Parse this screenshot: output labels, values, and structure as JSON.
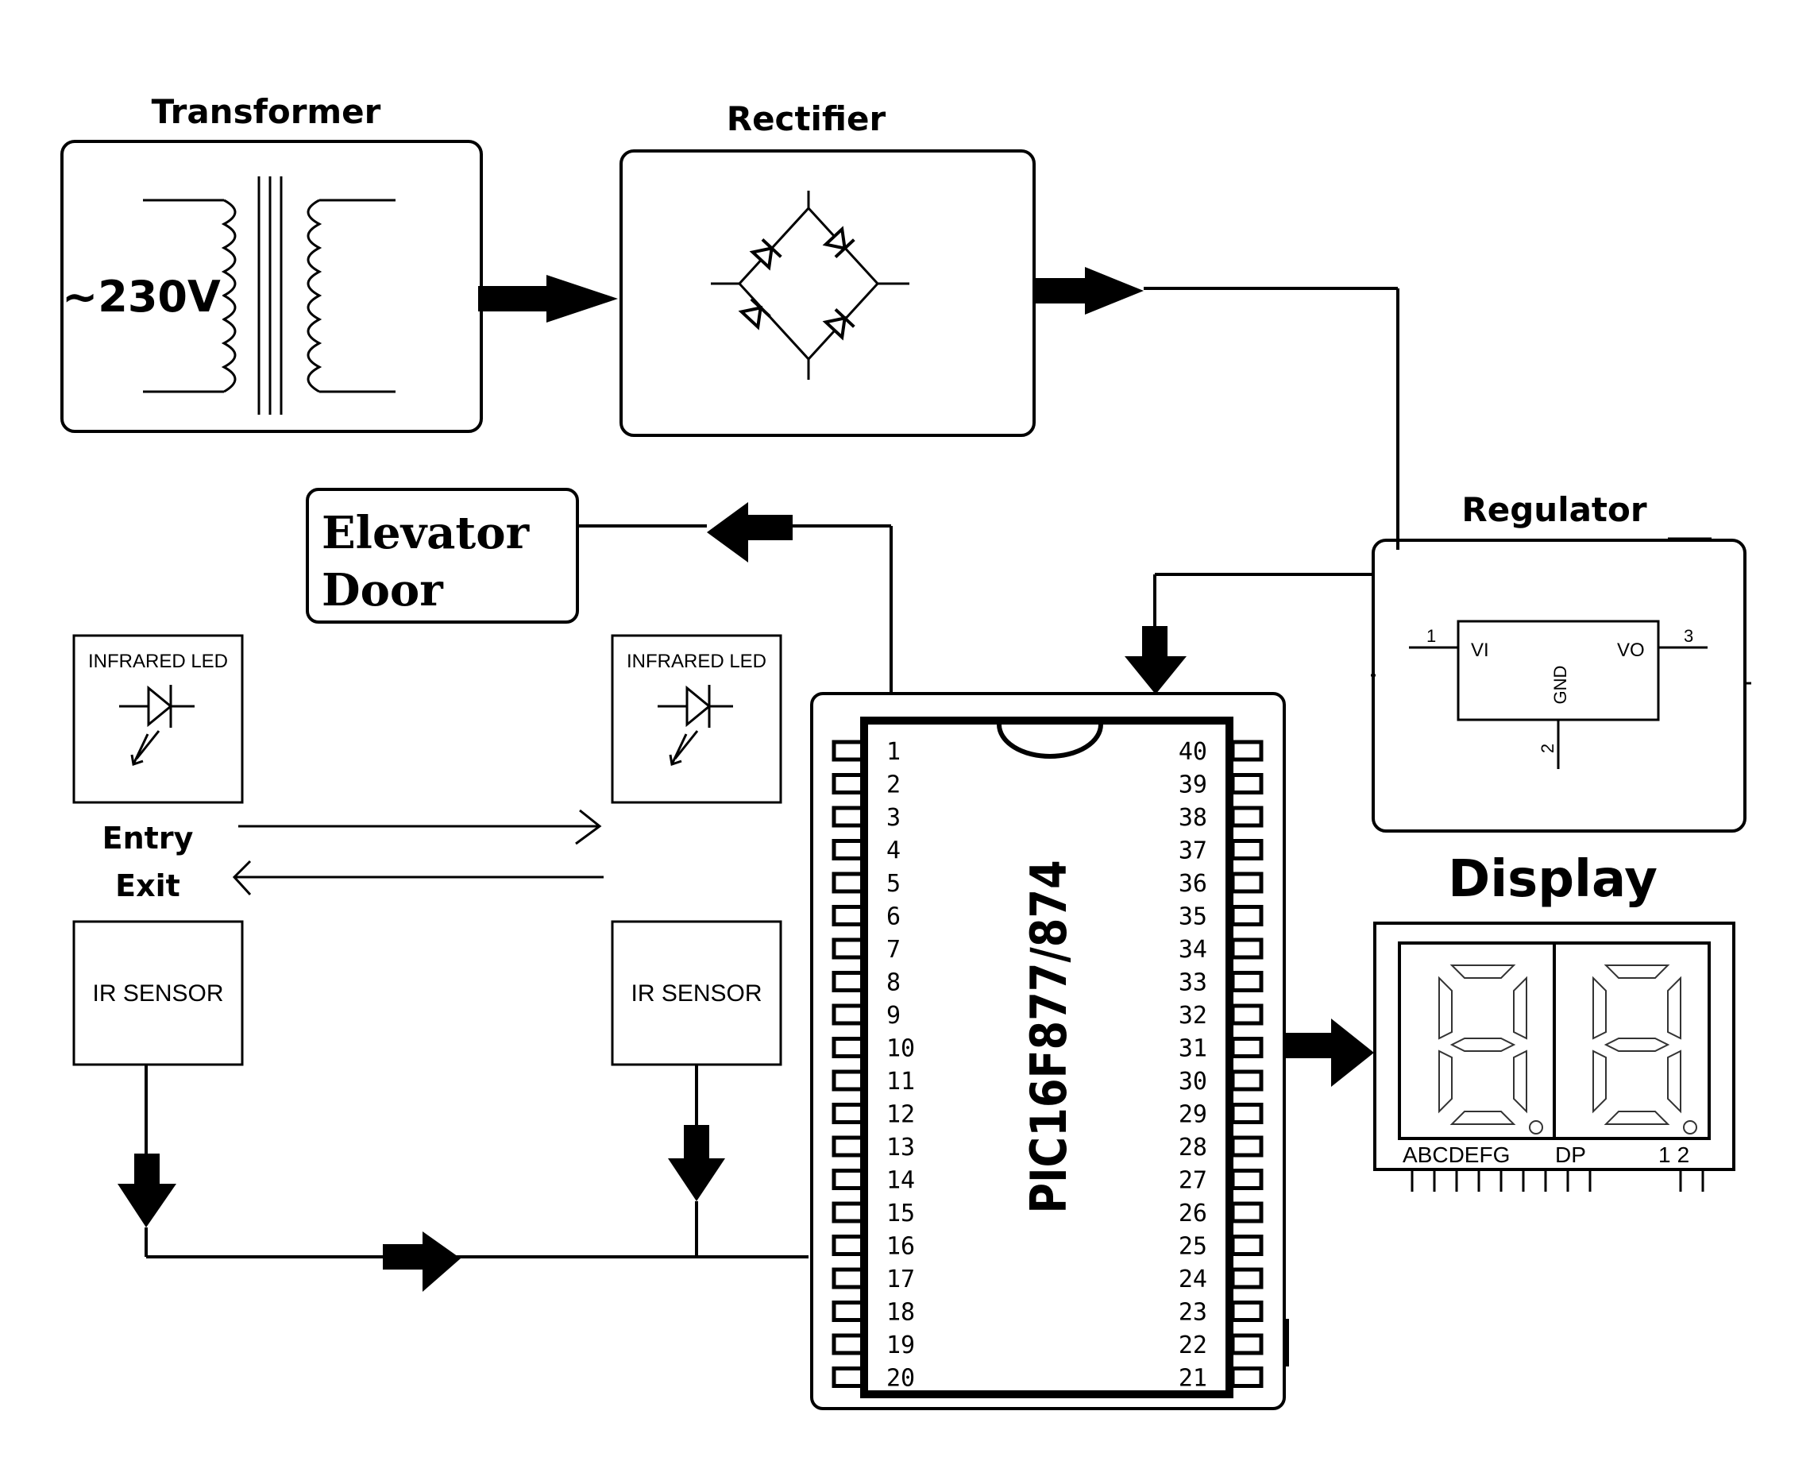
{
  "labels": {
    "transformer": "Transformer",
    "voltage": "~230V",
    "rectifier": "Rectifier",
    "regulator": "Regulator",
    "elevator_line1": "Elevator",
    "elevator_line2": "Door",
    "infrared_led_1": "INFRARED LED",
    "infrared_led_2": "INFRARED LED",
    "ir_sensor_1": "IR SENSOR",
    "ir_sensor_2": "IR SENSOR",
    "entry": "Entry",
    "exit": "Exit",
    "display": "Display",
    "chip": "PIC16F877/874"
  },
  "regulator": {
    "vi": "VI",
    "vo": "VO",
    "gnd": "GND",
    "pin1": "1",
    "pin2": "2",
    "pin3": "3"
  },
  "display_module": {
    "segment_pins": "ABCDEFG",
    "dp": "DP",
    "digits": "12"
  },
  "chip": {
    "left_pins": [
      "1",
      "2",
      "3",
      "4",
      "5",
      "6",
      "7",
      "8",
      "9",
      "10",
      "11",
      "12",
      "13",
      "14",
      "15",
      "16",
      "17",
      "18",
      "19",
      "20"
    ],
    "right_pins": [
      "40",
      "39",
      "38",
      "37",
      "36",
      "35",
      "34",
      "33",
      "32",
      "31",
      "30",
      "29",
      "28",
      "27",
      "26",
      "25",
      "24",
      "23",
      "22",
      "21"
    ]
  }
}
